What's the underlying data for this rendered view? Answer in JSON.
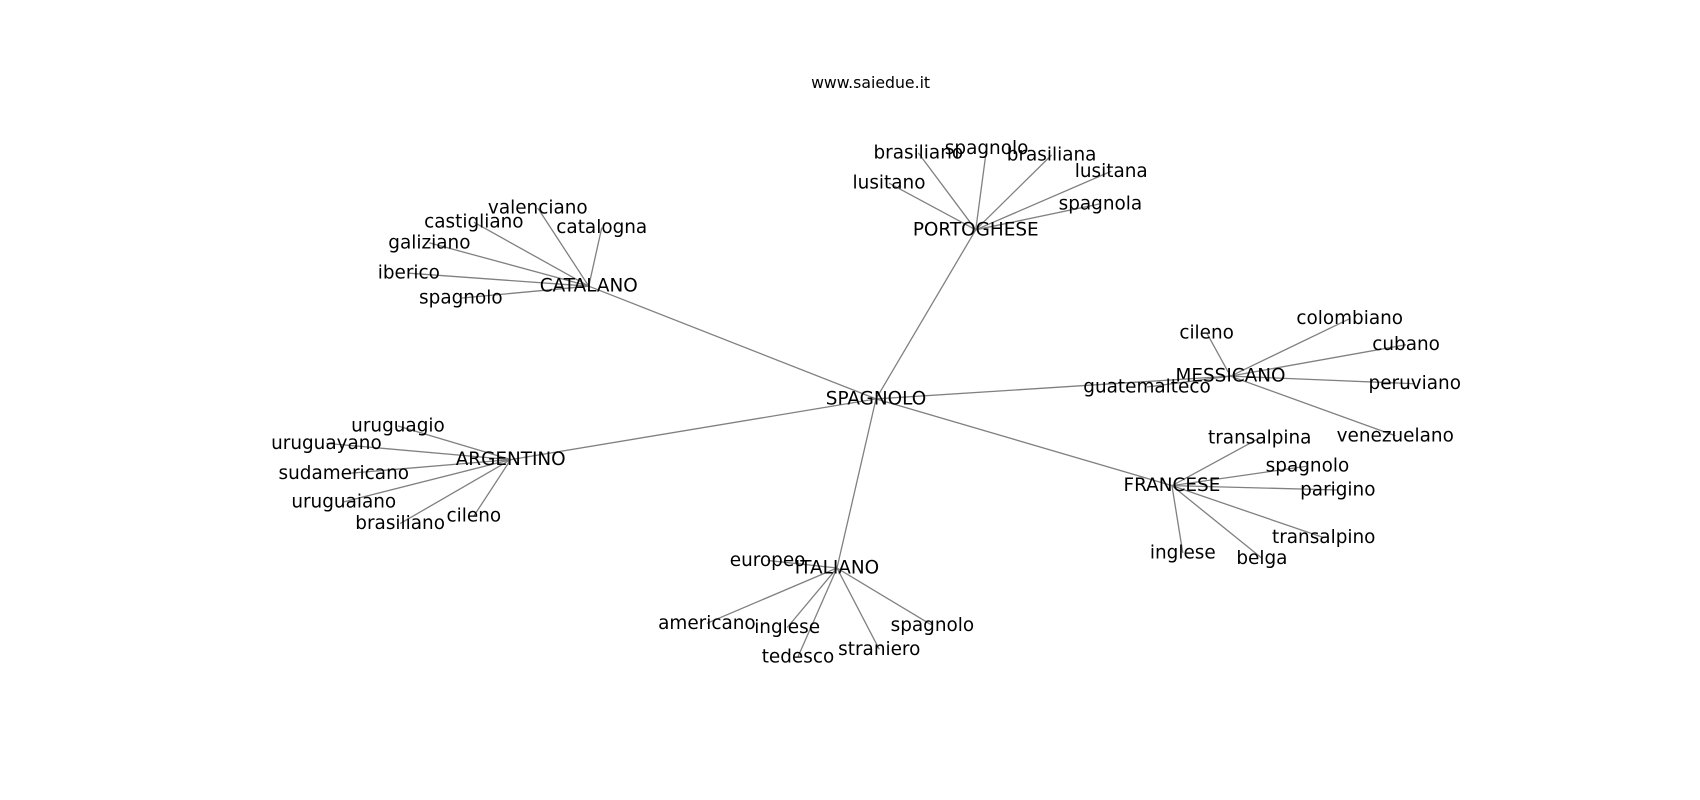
{
  "title": "www.saiedue.it",
  "center": "SPAGNOLO",
  "clusters": [
    {
      "hub": "PORTOGHESE",
      "leaves": [
        "brasiliano",
        "spagnolo",
        "brasiliana",
        "lusitano",
        "lusitana",
        "spagnola"
      ]
    },
    {
      "hub": "CATALANO",
      "leaves": [
        "valenciano",
        "castigliano",
        "catalogna",
        "galiziano",
        "iberico",
        "spagnolo"
      ]
    },
    {
      "hub": "MESSICANO",
      "leaves": [
        "cileno",
        "colombiano",
        "cubano",
        "peruviano",
        "venezuelano",
        "guatemalteco"
      ]
    },
    {
      "hub": "FRANCESE",
      "leaves": [
        "transalpina",
        "spagnolo",
        "parigino",
        "transalpino",
        "belga",
        "inglese"
      ]
    },
    {
      "hub": "ITALIANO",
      "leaves": [
        "europeo",
        "americano",
        "inglese",
        "tedesco",
        "straniero",
        "spagnolo"
      ]
    },
    {
      "hub": "ARGENTINO",
      "leaves": [
        "uruguagio",
        "uruguayano",
        "sudamericano",
        "uruguaiano",
        "brasiliano",
        "cileno"
      ]
    }
  ],
  "colors": {
    "edge": "#808080",
    "text": "#000000"
  }
}
